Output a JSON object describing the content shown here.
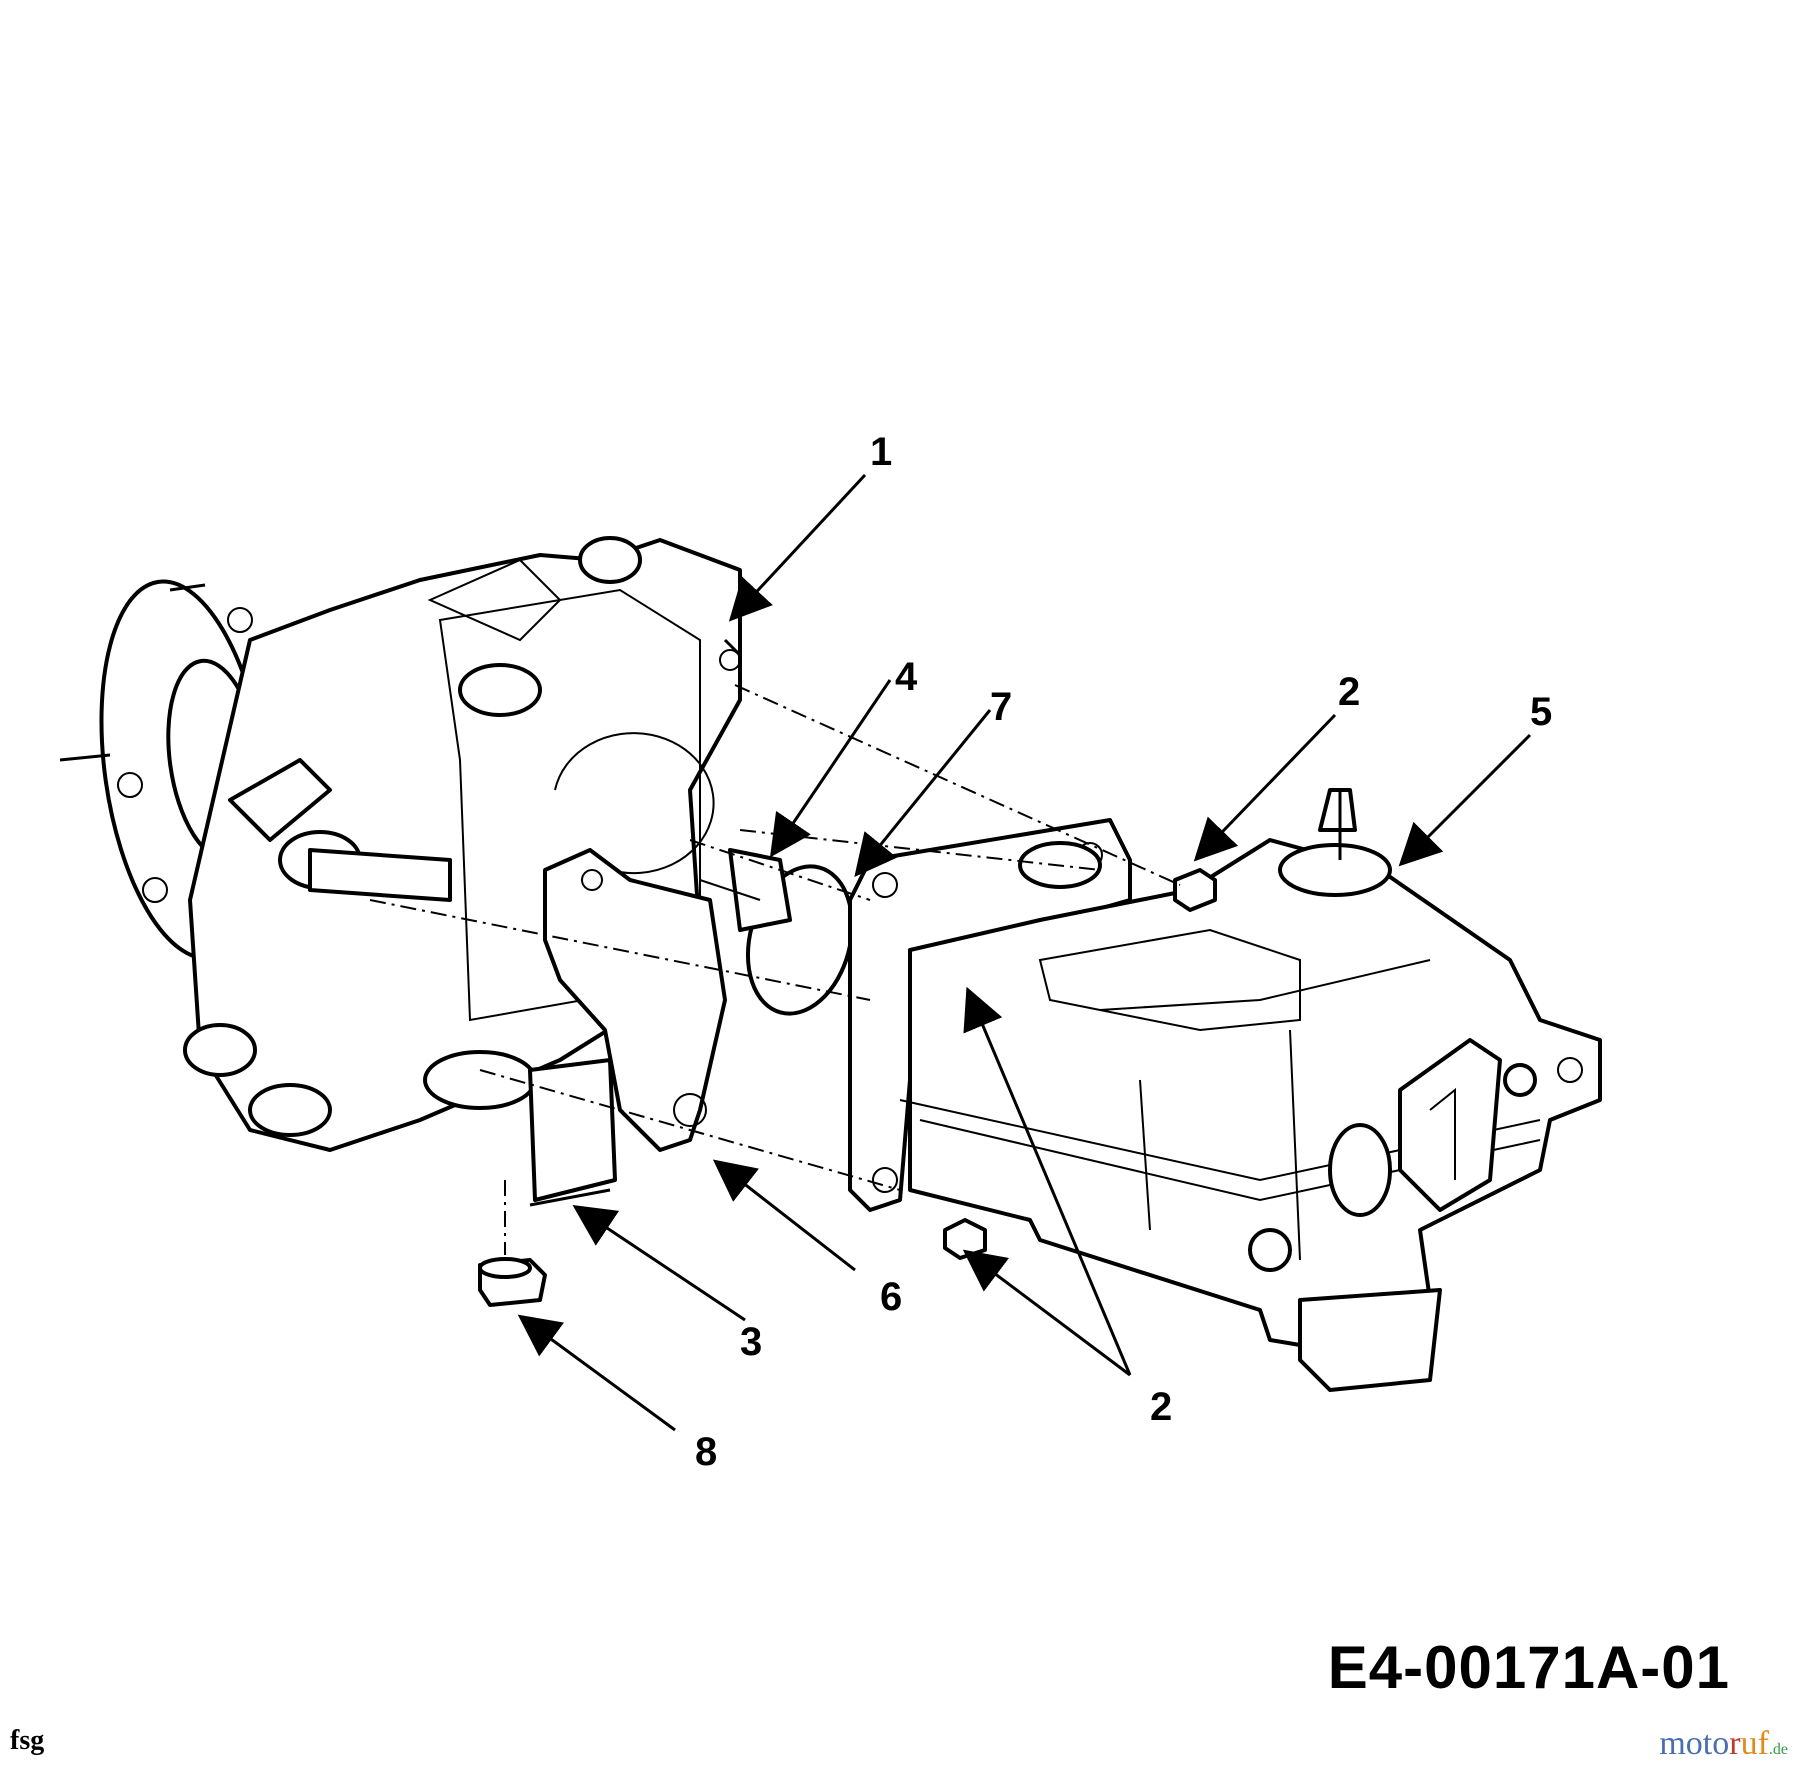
{
  "drawing_code": "E4-00171A-01",
  "author_mark": "fsg",
  "watermark": {
    "part1": "moto",
    "part2": "r",
    "part3": "uf",
    "tld": ".de"
  },
  "callouts": [
    {
      "id": "c1",
      "label": "1"
    },
    {
      "id": "c2a",
      "label": "2"
    },
    {
      "id": "c2b",
      "label": "2"
    },
    {
      "id": "c3",
      "label": "3"
    },
    {
      "id": "c4",
      "label": "4"
    },
    {
      "id": "c5",
      "label": "5"
    },
    {
      "id": "c6",
      "label": "6"
    },
    {
      "id": "c7",
      "label": "7"
    },
    {
      "id": "c8",
      "label": "8"
    }
  ]
}
